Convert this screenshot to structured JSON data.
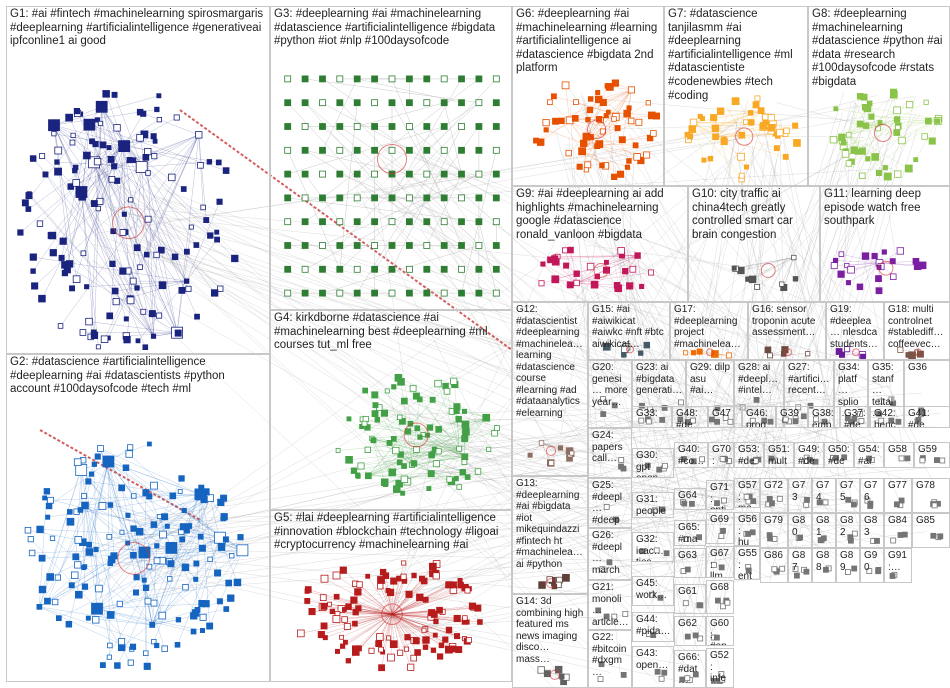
{
  "groups": [
    {
      "id": "G1",
      "label": "G1: #ai #fintech #machinelearning spirosmargaris #deeplearning #artificialintelligence #generativeai ipfconline1 ai good",
      "color": "#1a237e"
    },
    {
      "id": "G2",
      "label": "G2: #datascience #artificialintelligence #deeplearning #ai #datascientists #python account #100daysofcode #tech #ml",
      "color": "#1565c0"
    },
    {
      "id": "G3",
      "label": "G3: #deeplearning #ai #machinelearning #datascience #artificialintelligence #bigdata #python #iot #nlp #100daysofcode",
      "color": "#2e7d32"
    },
    {
      "id": "G4",
      "label": "G4: kirkdborne #datascience #ai #machinelearning best #deeplearning #ml courses tut_ml free",
      "color": "#43a047"
    },
    {
      "id": "G5",
      "label": "G5: #lai #deeplearning #artificialintelligence #innovation #blockchain #technology #ligoai #cryptocurrency #machinelearning #ai",
      "color": "#b71c1c"
    },
    {
      "id": "G6",
      "label": "G6: #deeplearning #ai #machinelearning #learning #artificialintelligence ai #datascience #bigdata 2nd platform",
      "color": "#e65100"
    },
    {
      "id": "G7",
      "label": "G7: #datascience tanjilasmm #ai #deeplearning #artificialintelligence #ml #datascientiste #codenewbies #tech #coding",
      "color": "#f9a825"
    },
    {
      "id": "G8",
      "label": "G8: #deeplearning #machinelearning #datascience #python #ai #data #research #100daysofcode #rstats #bigdata",
      "color": "#8bc34a"
    },
    {
      "id": "G9",
      "label": "G9: #ai #deeplearning ai add highlights #machinelearning google #datascience ronald_vanloon #bigdata",
      "color": "#c2185b"
    },
    {
      "id": "G10",
      "label": "G10: city traffic ai china4tech greatly controlled smart car brain congestion",
      "color": "#555555"
    },
    {
      "id": "G11",
      "label": "G11: learning deep episode watch free southpark",
      "color": "#7b1fa2"
    },
    {
      "id": "G12",
      "label": "G12: #datascientist #deeplearning #machinelea… learning #datascience course #learning #ad #dataanalytics #elearning",
      "color": "#8d6e63"
    },
    {
      "id": "G13",
      "label": "G13: #deeplearning #ai #bigdata #iot mikequindazzi #fintech ht #machinelea… ai #python",
      "color": "#5d4037"
    },
    {
      "id": "G14",
      "label": "G14: 3d combining high featured ms news imaging disco… mass…",
      "color": "#616161"
    },
    {
      "id": "G15",
      "label": "G15: #ai #aiwikicat #aiwkc #nft #btc aiwikicat…",
      "color": "#455a64"
    },
    {
      "id": "G16",
      "label": "G16: sensor troponin acute assessment…",
      "color": "#6d4c41"
    },
    {
      "id": "G17",
      "label": "G17: #deeplearning project #machinelea…",
      "color": "#ef6c00"
    },
    {
      "id": "G18",
      "label": "G18: multi controlnet #stablediff… coffeevec…",
      "color": "#795548"
    },
    {
      "id": "G19",
      "label": "G19: #deeplea… nlesdca students…",
      "color": "#6a1b9a"
    },
    {
      "id": "G20",
      "label": "G20: genesi… more year…",
      "color": "#757575"
    },
    {
      "id": "G21",
      "label": "G21: monoli… article…",
      "color": "#757575"
    },
    {
      "id": "G22",
      "label": "G22: #bitcoin #dxgm…",
      "color": "#757575"
    },
    {
      "id": "G23",
      "label": "G23: ai #bigdata generati…",
      "color": "#757575"
    },
    {
      "id": "G24",
      "label": "G24: papers call…",
      "color": "#757575"
    },
    {
      "id": "G25",
      "label": "G25: #deepl… #deep…",
      "color": "#757575"
    },
    {
      "id": "G26",
      "label": "G26: #deepl… march…",
      "color": "#757575"
    },
    {
      "id": "G27",
      "label": "G27: #artifici… recent…",
      "color": "#757575"
    },
    {
      "id": "G28",
      "label": "G28: ai #deepl… #intel…",
      "color": "#757575"
    },
    {
      "id": "G29",
      "label": "G29: dilp asu #ai…",
      "color": "#757575"
    },
    {
      "id": "G30",
      "label": "G30: gpt open…",
      "color": "#757575"
    },
    {
      "id": "G31",
      "label": "G31: people silico…",
      "color": "#757575"
    },
    {
      "id": "G32",
      "label": "G32: icac… ties…",
      "color": "#757575"
    },
    {
      "id": "G33",
      "label": "G33:",
      "color": "#757575"
    },
    {
      "id": "G34",
      "label": "G34: platf… splio…",
      "color": "#757575"
    },
    {
      "id": "G35",
      "label": "G35: stanf… teital…",
      "color": "#757575"
    },
    {
      "id": "G36",
      "label": "G36",
      "color": "#757575"
    },
    {
      "id": "G37",
      "label": "G37: #de…",
      "color": "#757575"
    },
    {
      "id": "G38",
      "label": "G38: emb…",
      "color": "#757575"
    },
    {
      "id": "G39",
      "label": "G39",
      "color": "#757575"
    },
    {
      "id": "G40",
      "label": "G40: #co… #ma…",
      "color": "#757575"
    },
    {
      "id": "G41",
      "label": "G41: #de…",
      "color": "#757575"
    },
    {
      "id": "G42",
      "label": "G42: benc…",
      "color": "#757575"
    },
    {
      "id": "G43",
      "label": "G43: open…",
      "color": "#757575"
    },
    {
      "id": "G44",
      "label": "G44: #pida…",
      "color": "#757575"
    },
    {
      "id": "G45",
      "label": "G45: work…",
      "color": "#757575"
    },
    {
      "id": "G46",
      "label": "G46: prog…",
      "color": "#757575"
    },
    {
      "id": "G47",
      "label": "G47",
      "color": "#757575"
    },
    {
      "id": "G48",
      "label": "G48: #de…",
      "color": "#757575"
    },
    {
      "id": "G49",
      "label": "G49: #de…",
      "color": "#757575"
    },
    {
      "id": "G50",
      "label": "G50: #de…",
      "color": "#757575"
    },
    {
      "id": "G51",
      "label": "G51: mult…",
      "color": "#757575"
    },
    {
      "id": "G52",
      "label": "G52: infe…",
      "color": "#757575"
    },
    {
      "id": "G53",
      "label": "G53: #de…",
      "color": "#757575"
    },
    {
      "id": "G54",
      "label": "G54: #ai…",
      "color": "#757575"
    },
    {
      "id": "G55",
      "label": "G55: ent…",
      "color": "#757575"
    },
    {
      "id": "G56",
      "label": "G56: hu…",
      "color": "#757575"
    },
    {
      "id": "G57",
      "label": "G57: ma…",
      "color": "#757575"
    },
    {
      "id": "G58",
      "label": "G58",
      "color": "#757575"
    },
    {
      "id": "G59",
      "label": "G59",
      "color": "#757575"
    },
    {
      "id": "G60",
      "label": "G60: #op…",
      "color": "#757575"
    },
    {
      "id": "G61",
      "label": "G61",
      "color": "#757575"
    },
    {
      "id": "G62",
      "label": "G62",
      "color": "#757575"
    },
    {
      "id": "G63",
      "label": "G63",
      "color": "#757575"
    },
    {
      "id": "G64",
      "label": "G64",
      "color": "#757575"
    },
    {
      "id": "G65",
      "label": "G65: #ma…",
      "color": "#757575"
    },
    {
      "id": "G66",
      "label": "G66: #dat…",
      "color": "#757575"
    },
    {
      "id": "G67",
      "label": "G67: llm…",
      "color": "#757575"
    },
    {
      "id": "G68",
      "label": "G68",
      "color": "#757575"
    },
    {
      "id": "G69",
      "label": "G69",
      "color": "#757575"
    },
    {
      "id": "G70",
      "label": "G70: mo…",
      "color": "#757575"
    },
    {
      "id": "G71",
      "label": "G71: opti…",
      "color": "#757575"
    },
    {
      "id": "G72",
      "label": "G72",
      "color": "#757575"
    },
    {
      "id": "G73",
      "label": "G73",
      "color": "#757575"
    },
    {
      "id": "G74",
      "label": "G74",
      "color": "#757575"
    },
    {
      "id": "G75",
      "label": "G75",
      "color": "#757575"
    },
    {
      "id": "G76",
      "label": "G76",
      "color": "#757575"
    },
    {
      "id": "G77",
      "label": "G77",
      "color": "#757575"
    },
    {
      "id": "G78",
      "label": "G78",
      "color": "#757575"
    },
    {
      "id": "G79",
      "label": "G79",
      "color": "#757575"
    },
    {
      "id": "G80",
      "label": "G80",
      "color": "#757575"
    },
    {
      "id": "G81",
      "label": "G81",
      "color": "#757575"
    },
    {
      "id": "G82",
      "label": "G82",
      "color": "#757575"
    },
    {
      "id": "G83",
      "label": "G83",
      "color": "#757575"
    },
    {
      "id": "G84",
      "label": "G84",
      "color": "#757575"
    },
    {
      "id": "G85",
      "label": "G85",
      "color": "#757575"
    },
    {
      "id": "G86",
      "label": "G86",
      "color": "#757575"
    },
    {
      "id": "G87",
      "label": "G87",
      "color": "#757575"
    },
    {
      "id": "G88",
      "label": "G88",
      "color": "#757575"
    },
    {
      "id": "G89",
      "label": "G89",
      "color": "#757575"
    },
    {
      "id": "G90",
      "label": "G90",
      "color": "#757575"
    },
    {
      "id": "G91",
      "label": "G91:…",
      "color": "#757575"
    }
  ]
}
